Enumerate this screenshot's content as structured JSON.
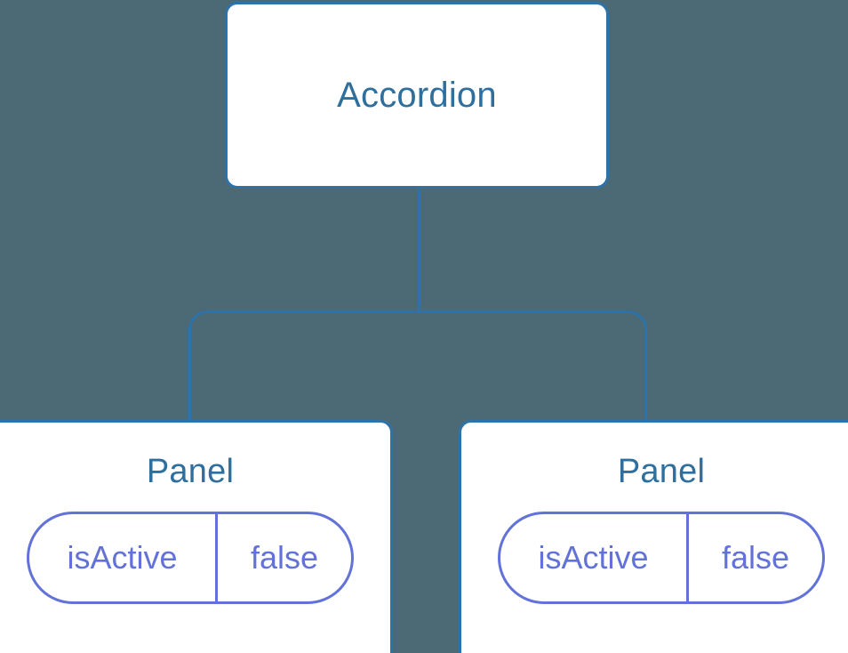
{
  "diagram": {
    "type": "component-tree",
    "background_color": "#4c6a75",
    "node_border_color": "#2d72a8",
    "node_title_color": "#2e6f9e",
    "connector_color": "#2d72a8",
    "prop_pill_color": "#6272d9",
    "root": {
      "title": "Accordion"
    },
    "children": [
      {
        "title": "Panel",
        "props": [
          {
            "key": "isActive",
            "value": "false"
          }
        ]
      },
      {
        "title": "Panel",
        "props": [
          {
            "key": "isActive",
            "value": "false"
          }
        ]
      }
    ]
  }
}
